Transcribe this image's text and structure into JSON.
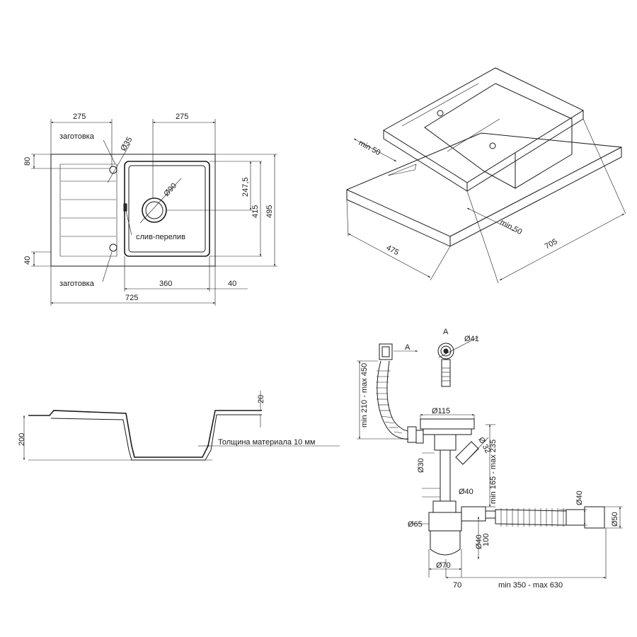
{
  "top_view": {
    "dims": {
      "top_left_275": "275",
      "top_right_275": "275",
      "left_80": "80",
      "left_40": "40",
      "r_247_5": "247,5",
      "r_415": "415",
      "r_495": "495",
      "b_360": "360",
      "b_40": "40",
      "b_725": "725"
    },
    "labels": {
      "blank_top": "заготовка",
      "blank_bottom": "заготовка",
      "d35": "Ø35",
      "d90": "Ø90",
      "overflow": "слив-перелив"
    }
  },
  "iso_view": {
    "min50_left": "min 50",
    "min50_right": "min 50",
    "d475": "475",
    "d705": "705"
  },
  "section_view": {
    "d20": "20",
    "d200": "200",
    "thickness": "Толщина материала 10 мм"
  },
  "siphon": {
    "letter_a_top": "A",
    "letter_a_detail": "A",
    "d41": "Ø41",
    "d115": "Ø115",
    "d30": "Ø30",
    "d40_mid": "Ø40",
    "d65": "Ø65",
    "d40_low": "Ø40",
    "d100": "100",
    "d70a": "Ø70",
    "d70b": "70",
    "range_hose": "min 210 - max 450",
    "range_height": "min 165 - max 235",
    "range_len": "min 350 - max 630",
    "d40_out": "Ø40",
    "d50_out": "Ø50",
    "d_oval": "Ø 32"
  }
}
